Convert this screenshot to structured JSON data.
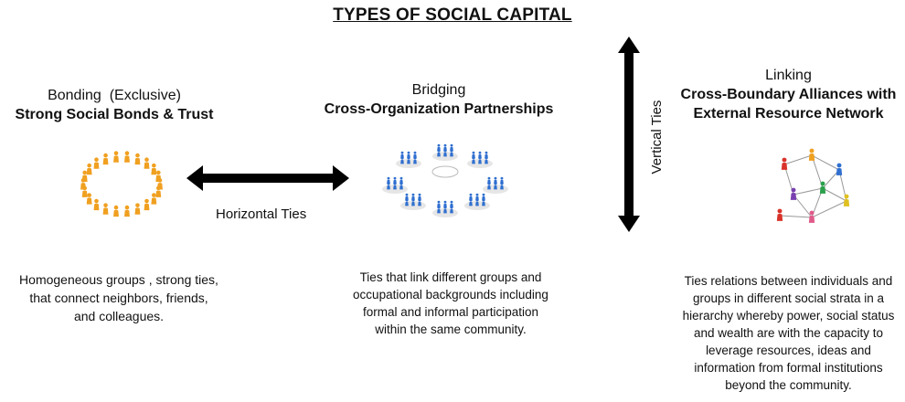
{
  "title": "TYPES OF SOCIAL CAPITAL",
  "bonding": {
    "name": "Bonding  (Exclusive)",
    "subtitle": "Strong Social Bonds & Trust",
    "description_lines": [
      "Homogeneous groups , strong ties,",
      "that connect neighbors, friends,",
      "and colleagues."
    ]
  },
  "bridging": {
    "name": "Bridging",
    "subtitle": "Cross-Organization Partnerships",
    "description_lines": [
      "Ties that link different groups and",
      "occupational backgrounds including",
      "formal and informal participation",
      "within the same community."
    ]
  },
  "linking": {
    "name": "Linking",
    "subtitle_lines": [
      "Cross-Boundary Alliances with",
      "External Resource Network"
    ],
    "description_lines": [
      "Ties relations between individuals and",
      "groups in different social strata in a",
      "hierarchy whereby power, social status",
      "and wealth are with the capacity to",
      "leverage resources, ideas and",
      "information from formal institutions",
      "beyond the community."
    ]
  },
  "horizontal_ties": "Horizontal Ties",
  "vertical_ties": "Vertical Ties",
  "colors": {
    "bonding_people": "#f0a020",
    "bridging_people": "#2f6fd0",
    "arrow": "#000000",
    "linking_people": [
      "#d9322a",
      "#f0a020",
      "#2f6fd0",
      "#7a3fb0",
      "#2aa04a",
      "#e0c020",
      "#e05a8a"
    ]
  },
  "icons": [
    "people-circle-icon",
    "network-groups-icon",
    "network-people-icon"
  ]
}
